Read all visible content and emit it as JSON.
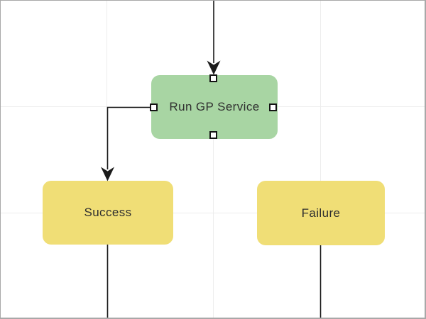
{
  "colors": {
    "canvas-bg": "#ffffff",
    "canvas-border": "#a8a8a8",
    "grid-line": "#ededed",
    "connector": "#1b1b1b",
    "node-green": "#a8d5a3",
    "node-yellow": "#f0de76",
    "node-text": "#2f2f2f",
    "handle-fill": "#ffffff",
    "handle-border": "#141414"
  },
  "diagram": {
    "nodes": [
      {
        "id": "run-gp-service",
        "label": "Run GP Service",
        "color": "green",
        "selected": true
      },
      {
        "id": "success",
        "label": "Success",
        "color": "yellow",
        "selected": false
      },
      {
        "id": "failure",
        "label": "Failure",
        "color": "yellow",
        "selected": false
      }
    ],
    "edges": [
      {
        "id": "edge-top-into-run-gp-service",
        "from": "offscreen-top",
        "to": "run-gp-service",
        "arrow": true
      },
      {
        "id": "edge-run-gp-service-to-success",
        "from": "run-gp-service",
        "to": "success",
        "arrow": true
      },
      {
        "id": "edge-success-to-offscreen",
        "from": "success",
        "to": "offscreen-bottom",
        "arrow": false
      },
      {
        "id": "edge-failure-to-offscreen",
        "from": "failure",
        "to": "offscreen-bottom",
        "arrow": false
      }
    ],
    "selection_handles": [
      "top",
      "right",
      "bottom",
      "left"
    ]
  }
}
